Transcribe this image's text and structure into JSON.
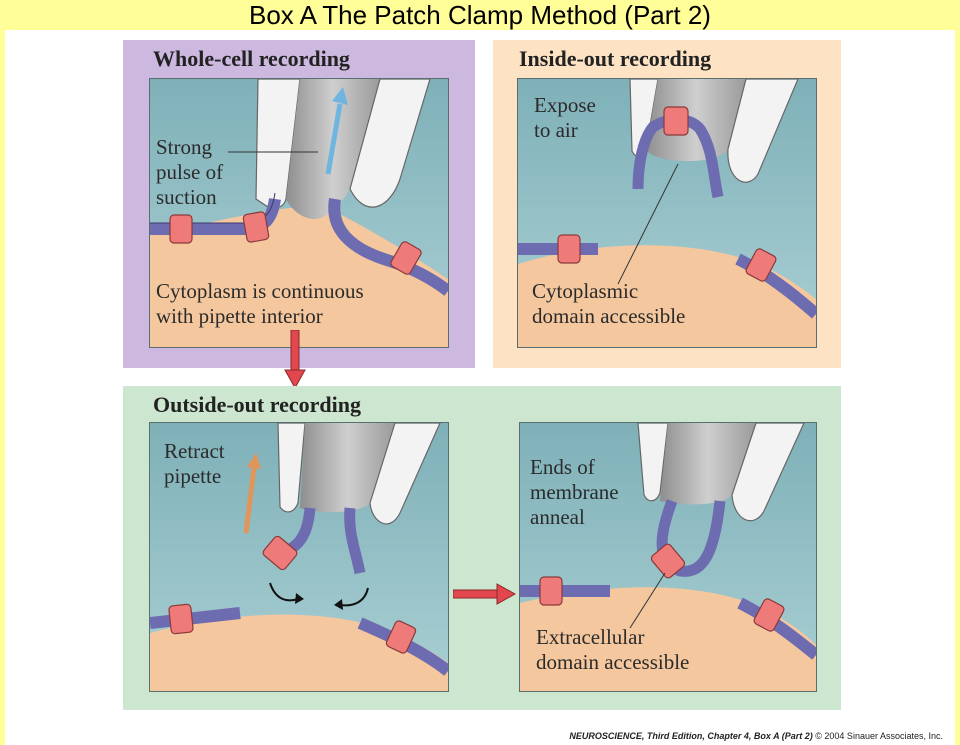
{
  "page_title": "Box A  The Patch Clamp Method (Part 2)",
  "colors": {
    "whole_cell_bg": "#cdb9df",
    "inside_out_bg": "#fde3c4",
    "outside_out_bg": "#cce6cf",
    "solution": "#8cbcc4",
    "cytoplasm": "#f4c79e",
    "membrane": "#6d6cb0",
    "channel": "#ef7a7a",
    "arrow_blue": "#6fb5e0",
    "arrow_orange": "#e0955a",
    "arrow_red": "#e2474d"
  },
  "panels": {
    "whole_cell": {
      "title": "Whole-cell recording",
      "label_suction": "Strong\npulse of\nsuction",
      "label_cytoplasm": "Cytoplasm is continuous\nwith pipette interior"
    },
    "inside_out": {
      "title": "Inside-out recording",
      "label_expose": "Expose\nto air",
      "label_domain": "Cytoplasmic\ndomain accessible"
    },
    "outside_out": {
      "title": "Outside-out recording",
      "label_retract": "Retract\npipette",
      "label_anneal": "Ends of\nmembrane\nanneal",
      "label_domain": "Extracellular\ndomain accessible"
    }
  },
  "footer": {
    "book": "NEUROSCIENCE, Third Edition, Chapter 4, Box A (Part 2)",
    "copyright": "© 2004 Sinauer Associates, Inc."
  }
}
